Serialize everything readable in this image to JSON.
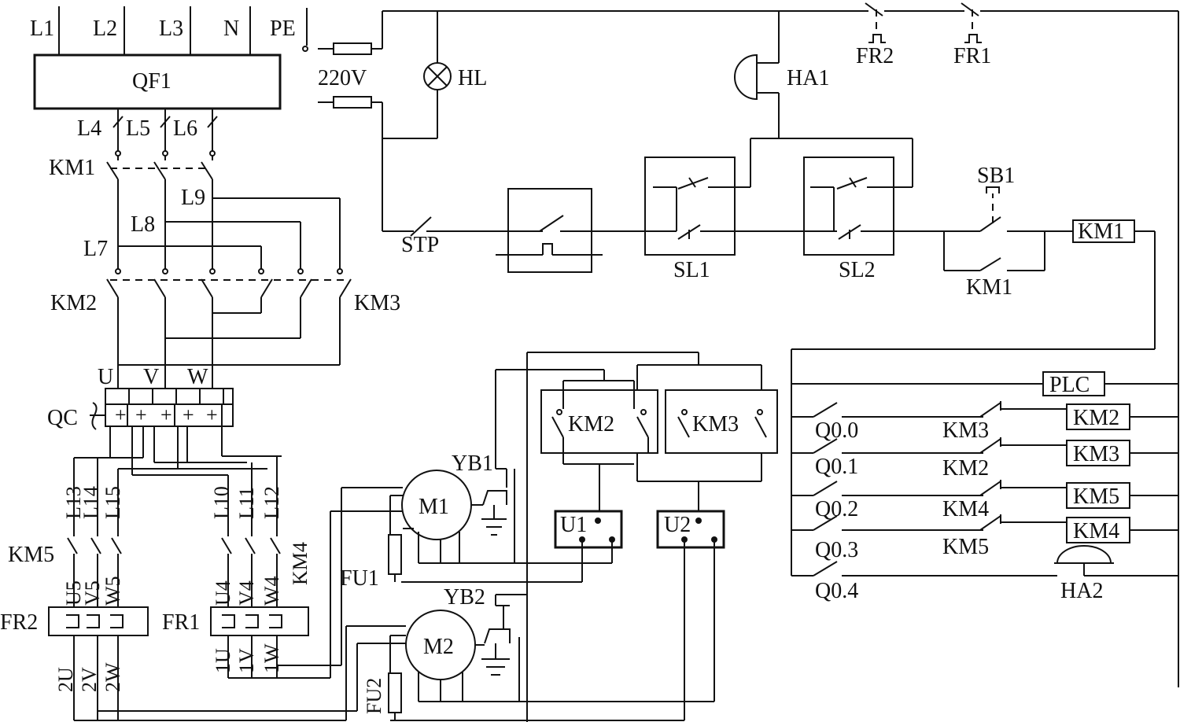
{
  "labels": {
    "L1": "L1",
    "L2": "L2",
    "L3": "L3",
    "N": "N",
    "PE": "PE",
    "QF1": "QF1",
    "L4": "L4",
    "L5": "L5",
    "L6": "L6",
    "KM1_main": "KM1",
    "L9": "L9",
    "L8": "L8",
    "L7": "L7",
    "KM2_main": "KM2",
    "KM3_main": "KM3",
    "U": "U",
    "V": "V",
    "W": "W",
    "QC": "QC",
    "L13": "L13",
    "L14": "L14",
    "L15": "L15",
    "L10": "L10",
    "L11": "L11",
    "L12": "L12",
    "KM5_main": "KM5",
    "KM4_main": "KM4",
    "U5": "U5",
    "V5": "V5",
    "W5": "W5",
    "U4": "U4",
    "V4": "V4",
    "W4": "W4",
    "FR2_main": "FR2",
    "FR1_main": "FR1",
    "2U": "2U",
    "2V": "2V",
    "2W": "2W",
    "1U": "1U",
    "1V": "1V",
    "1W": "1W",
    "v220": "220V",
    "HL": "HL",
    "HA1": "HA1",
    "FR2_ctrl": "FR2",
    "FR1_ctrl": "FR1",
    "STP": "STP",
    "SL1": "SL1",
    "SL2": "SL2",
    "SB1": "SB1",
    "KM1_coil": "KM1",
    "KM1_aux": "KM1",
    "PLC": "PLC",
    "Q00": "Q0.0",
    "Q01": "Q0.1",
    "Q02": "Q0.2",
    "Q03": "Q0.3",
    "Q04": "Q0.4",
    "KM3_il": "KM3",
    "KM2_il": "KM2",
    "KM4_il": "KM4",
    "KM5_il": "KM5",
    "KM2_coil": "KM2",
    "KM3_coil": "KM3",
    "KM5_coil": "KM5",
    "KM4_coil": "KM4",
    "HA2": "HA2",
    "KM2_box": "KM2",
    "KM3_box": "KM3",
    "U1": "U1",
    "U2": "U2",
    "M1": "M1",
    "M2": "M2",
    "YB1": "YB1",
    "YB2": "YB2",
    "FU1": "FU1",
    "FU2": "FU2"
  }
}
